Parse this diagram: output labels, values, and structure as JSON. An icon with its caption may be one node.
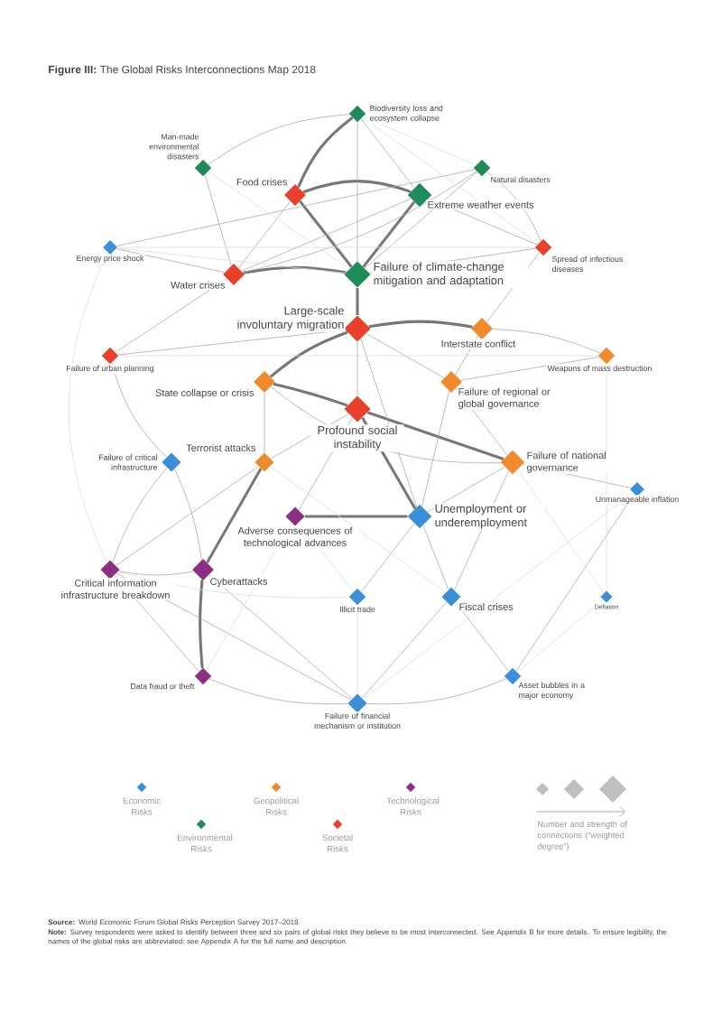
{
  "diagram": {
    "title": "**Figure III:** The Global Risks Interconnections Map 2018",
    "nodes": [
      {
        "text": [],
        "shape": "diamond",
        "beside": [
          "Biodiversity loss and ecosystem collapse"
        ]
      },
      {
        "text": [],
        "shape": "diamond",
        "beside": [
          "Man-made environmental disasters"
        ]
      },
      {
        "text": [],
        "shape": "diamond",
        "beside": [
          "Natural disasters"
        ]
      },
      {
        "text": [],
        "shape": "diamond",
        "beside": [
          "Food crises"
        ]
      },
      {
        "text": [],
        "shape": "diamond",
        "beside": [
          "Extreme weather events"
        ]
      },
      {
        "text": [],
        "shape": "diamond",
        "beside": [
          "Energy price shock"
        ]
      },
      {
        "text": [],
        "shape": "diamond",
        "beside": [
          "Spread of infectious diseases"
        ]
      },
      {
        "text": [],
        "shape": "diamond",
        "beside": [
          "Water crises"
        ]
      },
      {
        "text": [],
        "shape": "diamond",
        "beside": [
          "Failure of climate-change mitigation and adaptation"
        ]
      },
      {
        "text": [],
        "shape": "diamond",
        "beside": [
          "Large-scale involuntary migration"
        ]
      },
      {
        "text": [],
        "shape": "diamond",
        "beside": [
          "Interstate conflict"
        ]
      },
      {
        "text": [],
        "shape": "diamond",
        "beside": [
          "Failure of urban planning"
        ]
      },
      {
        "text": [],
        "shape": "diamond",
        "beside": [
          "Weapons of mass destruction"
        ]
      },
      {
        "text": [],
        "shape": "diamond",
        "beside": [
          "State collapse or crisis"
        ]
      },
      {
        "text": [],
        "shape": "diamond",
        "beside": [
          "Failure of regional or global governance"
        ]
      },
      {
        "text": [],
        "shape": "diamond",
        "beside": [
          "Profound social instability"
        ]
      },
      {
        "text": [],
        "shape": "diamond",
        "beside": [
          "Failure of critical infrastructure"
        ]
      },
      {
        "text": [],
        "shape": "diamond",
        "beside": [
          "Terrorist attacks"
        ]
      },
      {
        "text": [],
        "shape": "diamond",
        "beside": [
          "Failure of national governance"
        ]
      },
      {
        "text": [],
        "shape": "diamond",
        "beside": [
          "Unmanageable inflation"
        ]
      },
      {
        "text": [],
        "shape": "diamond",
        "beside": [
          "Adverse consequences of technological advances"
        ]
      },
      {
        "text": [],
        "shape": "diamond",
        "beside": [
          "Unemployment or underemployment"
        ]
      },
      {
        "text": [],
        "shape": "diamond",
        "beside": [
          "Critical information infrastructure breakdown"
        ]
      },
      {
        "text": [],
        "shape": "diamond",
        "beside": [
          "Cyberattacks"
        ]
      },
      {
        "text": [],
        "shape": "diamond",
        "beside": [
          "Illicit trade"
        ]
      },
      {
        "text": [],
        "shape": "diamond",
        "beside": [
          "Fiscal crises"
        ]
      },
      {
        "text": [],
        "shape": "diamond",
        "beside": [
          "Deflation"
        ]
      },
      {
        "text": [],
        "shape": "diamond",
        "beside": [
          "Data fraud or theft"
        ]
      },
      {
        "text": [],
        "shape": "diamond",
        "beside": [
          "Asset bubbles in a major economy"
        ]
      },
      {
        "text": [],
        "shape": "diamond",
        "beside": [
          "Failure of financial mechanism or institution"
        ]
      }
    ],
    "edges": [
      {
        "from": 0,
        "to": 3,
        "arrow": "none",
        "style": "thick"
      },
      {
        "from": 3,
        "to": 4,
        "arrow": "none",
        "style": "thick"
      },
      {
        "from": 3,
        "to": 8,
        "arrow": "none",
        "style": "thick"
      },
      {
        "from": 4,
        "to": 8,
        "arrow": "none",
        "style": "thick"
      },
      {
        "from": 7,
        "to": 8,
        "arrow": "none",
        "style": "thick"
      },
      {
        "from": 8,
        "to": 9,
        "arrow": "none",
        "style": "thick"
      },
      {
        "from": 9,
        "to": 10,
        "arrow": "none",
        "style": "thick"
      },
      {
        "from": 9,
        "to": 13,
        "arrow": "none",
        "style": "thick"
      },
      {
        "from": 13,
        "to": 15,
        "arrow": "none",
        "style": "thick"
      },
      {
        "from": 15,
        "to": 18,
        "arrow": "none",
        "style": "thick"
      },
      {
        "from": 15,
        "to": 21,
        "arrow": "none",
        "style": "thick"
      },
      {
        "from": 17,
        "to": 23,
        "arrow": "none",
        "style": "thick"
      },
      {
        "from": 20,
        "to": 21,
        "arrow": "none",
        "style": "thick"
      },
      {
        "from": 23,
        "to": 27,
        "arrow": "none",
        "style": "thick"
      },
      {
        "from": 0,
        "to": 8,
        "arrow": "none"
      },
      {
        "from": 0,
        "to": 4,
        "arrow": "none"
      },
      {
        "from": 1,
        "to": 7,
        "arrow": "none"
      },
      {
        "from": 1,
        "to": 0,
        "arrow": "none"
      },
      {
        "from": 3,
        "to": 7,
        "arrow": "none"
      },
      {
        "from": 4,
        "to": 7,
        "arrow": "none"
      },
      {
        "from": 2,
        "to": 6,
        "arrow": "none"
      },
      {
        "from": 2,
        "to": 8,
        "arrow": "none"
      },
      {
        "from": 2,
        "to": 7,
        "arrow": "none"
      },
      {
        "from": 4,
        "to": 6,
        "arrow": "none"
      },
      {
        "from": 5,
        "to": 7,
        "arrow": "none"
      },
      {
        "from": 5,
        "to": 2,
        "arrow": "none"
      },
      {
        "from": 6,
        "to": 8,
        "arrow": "none"
      },
      {
        "from": 7,
        "to": 11,
        "arrow": "none"
      },
      {
        "from": 9,
        "to": 14,
        "arrow": "none"
      },
      {
        "from": 9,
        "to": 15,
        "arrow": "none"
      },
      {
        "from": 9,
        "to": 21,
        "arrow": "none"
      },
      {
        "from": 10,
        "to": 12,
        "arrow": "none"
      },
      {
        "from": 10,
        "to": 14,
        "arrow": "none"
      },
      {
        "from": 11,
        "to": 16,
        "arrow": "none"
      },
      {
        "from": 16,
        "to": 22,
        "arrow": "none"
      },
      {
        "from": 16,
        "to": 23,
        "arrow": "none"
      },
      {
        "from": 22,
        "to": 23,
        "arrow": "none"
      },
      {
        "from": 13,
        "to": 17,
        "arrow": "none"
      },
      {
        "from": 14,
        "to": 18,
        "arrow": "none"
      },
      {
        "from": 14,
        "to": 21,
        "arrow": "none"
      },
      {
        "from": 15,
        "to": 17,
        "arrow": "none"
      },
      {
        "from": 15,
        "to": 20,
        "arrow": "none"
      },
      {
        "from": 18,
        "to": 21,
        "arrow": "none"
      },
      {
        "from": 18,
        "to": 25,
        "arrow": "none"
      },
      {
        "from": 18,
        "to": 19,
        "arrow": "none"
      },
      {
        "from": 21,
        "to": 24,
        "arrow": "none"
      },
      {
        "from": 21,
        "to": 25,
        "arrow": "none"
      },
      {
        "from": 25,
        "to": 29,
        "arrow": "none"
      },
      {
        "from": 25,
        "to": 28,
        "arrow": "none"
      },
      {
        "from": 23,
        "to": 29,
        "arrow": "none"
      },
      {
        "from": 27,
        "to": 29,
        "arrow": "none"
      },
      {
        "from": 29,
        "to": 28,
        "arrow": "none"
      },
      {
        "from": 28,
        "to": 19,
        "arrow": "none"
      },
      {
        "from": 22,
        "to": 29,
        "arrow": "none"
      },
      {
        "from": 22,
        "to": 27,
        "arrow": "none"
      },
      {
        "from": 17,
        "to": 22,
        "arrow": "none"
      },
      {
        "from": 12,
        "to": 14,
        "arrow": "none"
      },
      {
        "from": 6,
        "to": 10,
        "arrow": "none"
      },
      {
        "from": 11,
        "to": 9,
        "arrow": "none"
      },
      {
        "from": 13,
        "to": 18,
        "arrow": "none"
      },
      {
        "from": 5,
        "to": 6,
        "arrow": "none",
        "color": "#dddddd"
      },
      {
        "from": 11,
        "to": 12,
        "arrow": "none",
        "color": "#dddddd"
      },
      {
        "from": 1,
        "to": 8,
        "arrow": "none",
        "color": "#dddddd"
      },
      {
        "from": 5,
        "to": 8,
        "arrow": "none",
        "color": "#dddddd"
      },
      {
        "from": 26,
        "to": 18,
        "arrow": "none",
        "color": "#dddddd"
      },
      {
        "from": 26,
        "to": 28,
        "arrow": "none",
        "color": "#dddddd"
      },
      {
        "from": 24,
        "to": 29,
        "arrow": "none",
        "color": "#dddddd"
      },
      {
        "from": 24,
        "to": 22,
        "arrow": "none",
        "color": "#dddddd"
      },
      {
        "from": 19,
        "to": 29,
        "arrow": "none",
        "color": "#dddddd"
      },
      {
        "from": 5,
        "to": 22,
        "arrow": "none",
        "color": "#dddddd"
      },
      {
        "from": 0,
        "to": 2,
        "arrow": "none",
        "color": "#dddddd"
      },
      {
        "from": 12,
        "to": 26,
        "arrow": "none",
        "color": "#dddddd"
      },
      {
        "from": 20,
        "to": 24,
        "arrow": "none",
        "color": "#dddddd"
      },
      {
        "from": 17,
        "to": 25,
        "arrow": "none",
        "color": "#dddddd"
      },
      {
        "from": 27,
        "to": 20,
        "arrow": "none",
        "color": "#dddddd"
      },
      {
        "from": 0,
        "to": 6,
        "arrow": "none",
        "color": "#dddddd"
      }
    ],
    "labels": [
      "Number and strength of connections (“weighted degree”)",
      "**Source:** World Economic Forum Global Risks Perception Survey 2017–2018.",
      "**Note:** Survey respondents were asked to identify between three and six pairs of global risks they believe to be most interconnected. See Appendix B for more details. To ensure legibility, the names of the global risks are abbreviated; see Appendix A for the full name and description."
    ],
    "legend": [
      {
        "text": "Economic Risks",
        "color": "#3a8fd6"
      },
      {
        "text": "Environmental Risks",
        "color": "#1f8a5a"
      },
      {
        "text": "Geopolitical Risks",
        "color": "#f08a2c"
      },
      {
        "text": "Societal Risks",
        "color": "#e8402a"
      },
      {
        "text": "Technological Risks",
        "color": "#8b2f82"
      }
    ]
  }
}
